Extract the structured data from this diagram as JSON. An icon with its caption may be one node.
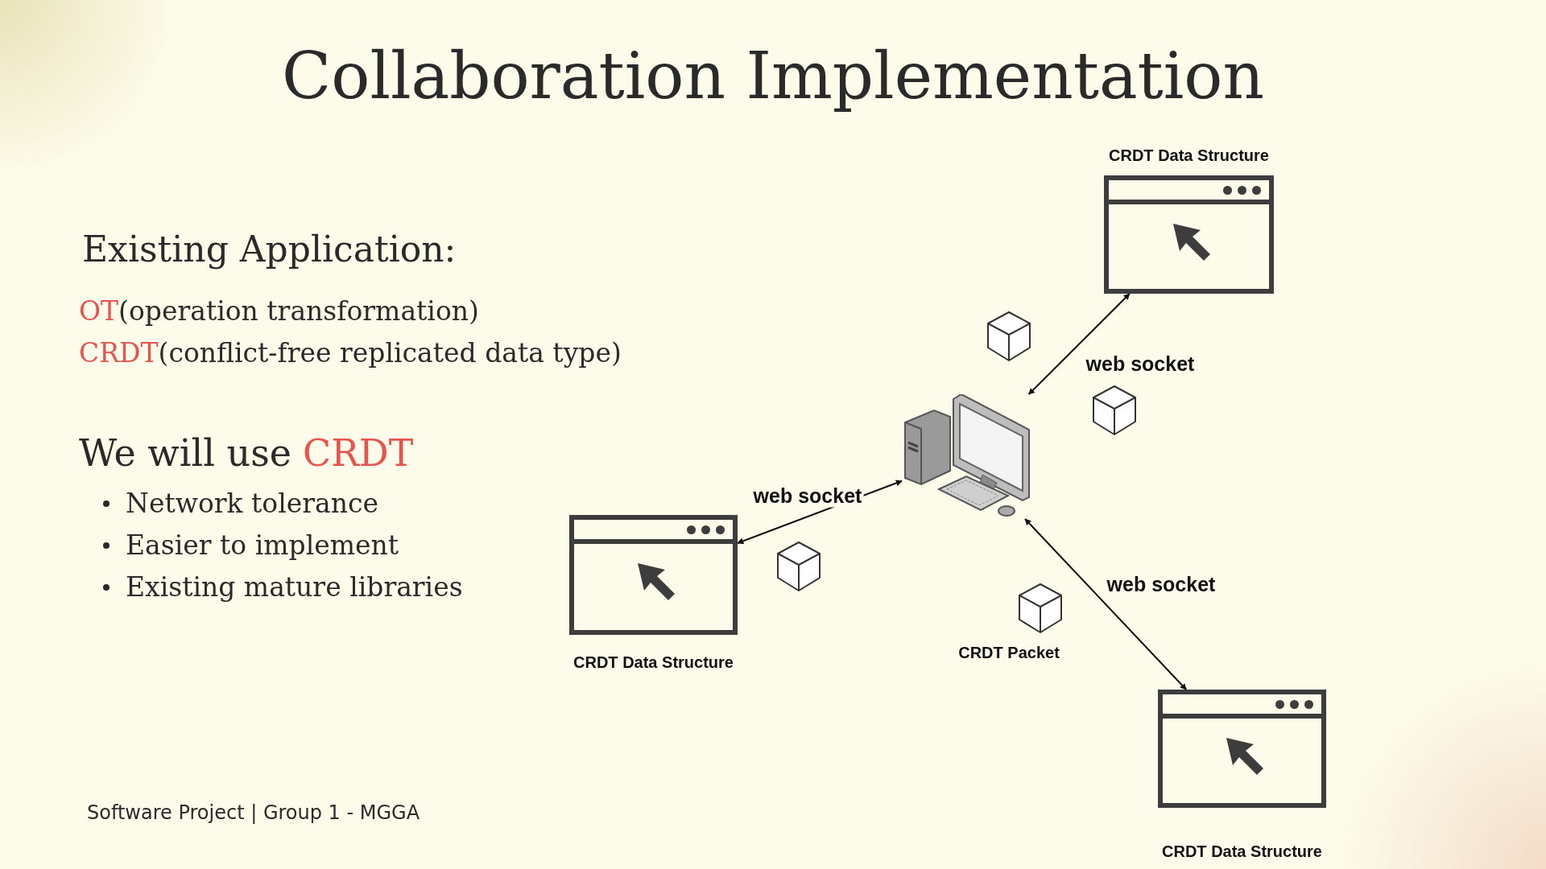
{
  "diagram": {
    "title": "Collaboration Implementation",
    "nodes": [
      {
        "text": [],
        "shape": "picture"
      },
      {
        "text": [
          "CRDT Data Structure"
        ]
      },
      {
        "text": [
          "CRDT Data Structure"
        ]
      },
      {
        "text": [
          "CRDT Data Structure"
        ]
      },
      {
        "text": [
          "CRDT Packet"
        ]
      },
      {
        "text": [],
        "shape": "cube"
      },
      {
        "text": [],
        "shape": "cube"
      },
      {
        "text": [],
        "shape": "cube"
      }
    ],
    "edges": [
      {
        "from": 0,
        "to": 1,
        "arrow": "both",
        "label": "web socket"
      },
      {
        "from": 0,
        "to": 2,
        "arrow": "both",
        "label": "web socket"
      },
      {
        "from": 0,
        "to": 3,
        "arrow": "both",
        "label": "web socket"
      }
    ],
    "labels": [
      "Existing Application:",
      "OT",
      "(operation transformation)",
      "CRDT",
      "(conflict-free replicated data type)",
      "We will use",
      "CRDT",
      "Network tolerance",
      "Easier to implement",
      "Existing mature libraries",
      "Software Project | Group 1 - MGGA"
    ]
  }
}
